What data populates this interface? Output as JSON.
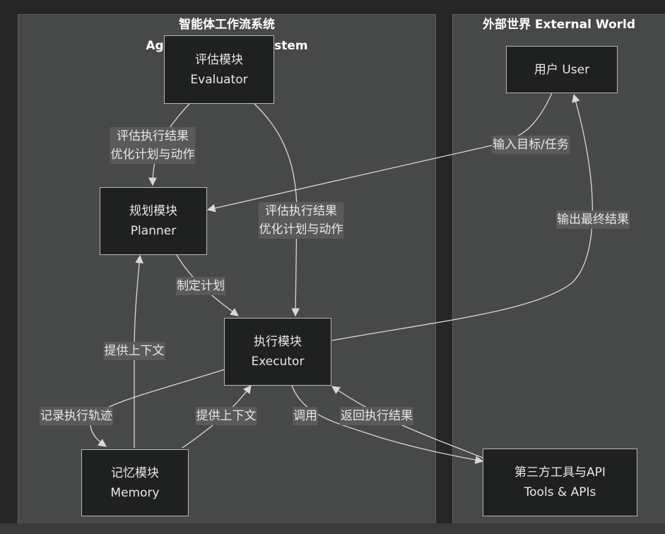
{
  "clusters": {
    "agent": {
      "title_line1": "智能体工作流系统",
      "title_line2": "Agent Workflow System"
    },
    "external": {
      "title": "外部世界 External World"
    }
  },
  "nodes": {
    "evaluator": {
      "zh": "评估模块",
      "en": "Evaluator"
    },
    "planner": {
      "zh": "规划模块",
      "en": "Planner"
    },
    "executor": {
      "zh": "执行模块",
      "en": "Executor"
    },
    "memory": {
      "zh": "记忆模块",
      "en": "Memory"
    },
    "user": {
      "label": "用户 User"
    },
    "tools": {
      "zh": "第三方工具与API",
      "en": "Tools & APIs"
    }
  },
  "edges": {
    "eval_to_planner": {
      "line1": "评估执行结果",
      "line2": "优化计划与动作"
    },
    "eval_to_executor": {
      "line1": "评估执行结果",
      "line2": "优化计划与动作"
    },
    "user_to_planner": "输入目标/任务",
    "executor_to_user": "输出最终结果",
    "planner_to_executor": "制定计划",
    "memory_to_planner": "提供上下文",
    "executor_to_memory": "记录执行轨迹",
    "memory_to_executor": "提供上下文",
    "executor_to_tools": "调用",
    "tools_to_executor": "返回执行结果"
  },
  "colors": {
    "background": "#262626",
    "cluster_fill": "#474848",
    "node_fill": "#1f2020",
    "node_border": "#b8b8b8",
    "edge": "#d9d9d9",
    "label_bg": "#5a5a5a",
    "text": "#e8e8e8"
  }
}
